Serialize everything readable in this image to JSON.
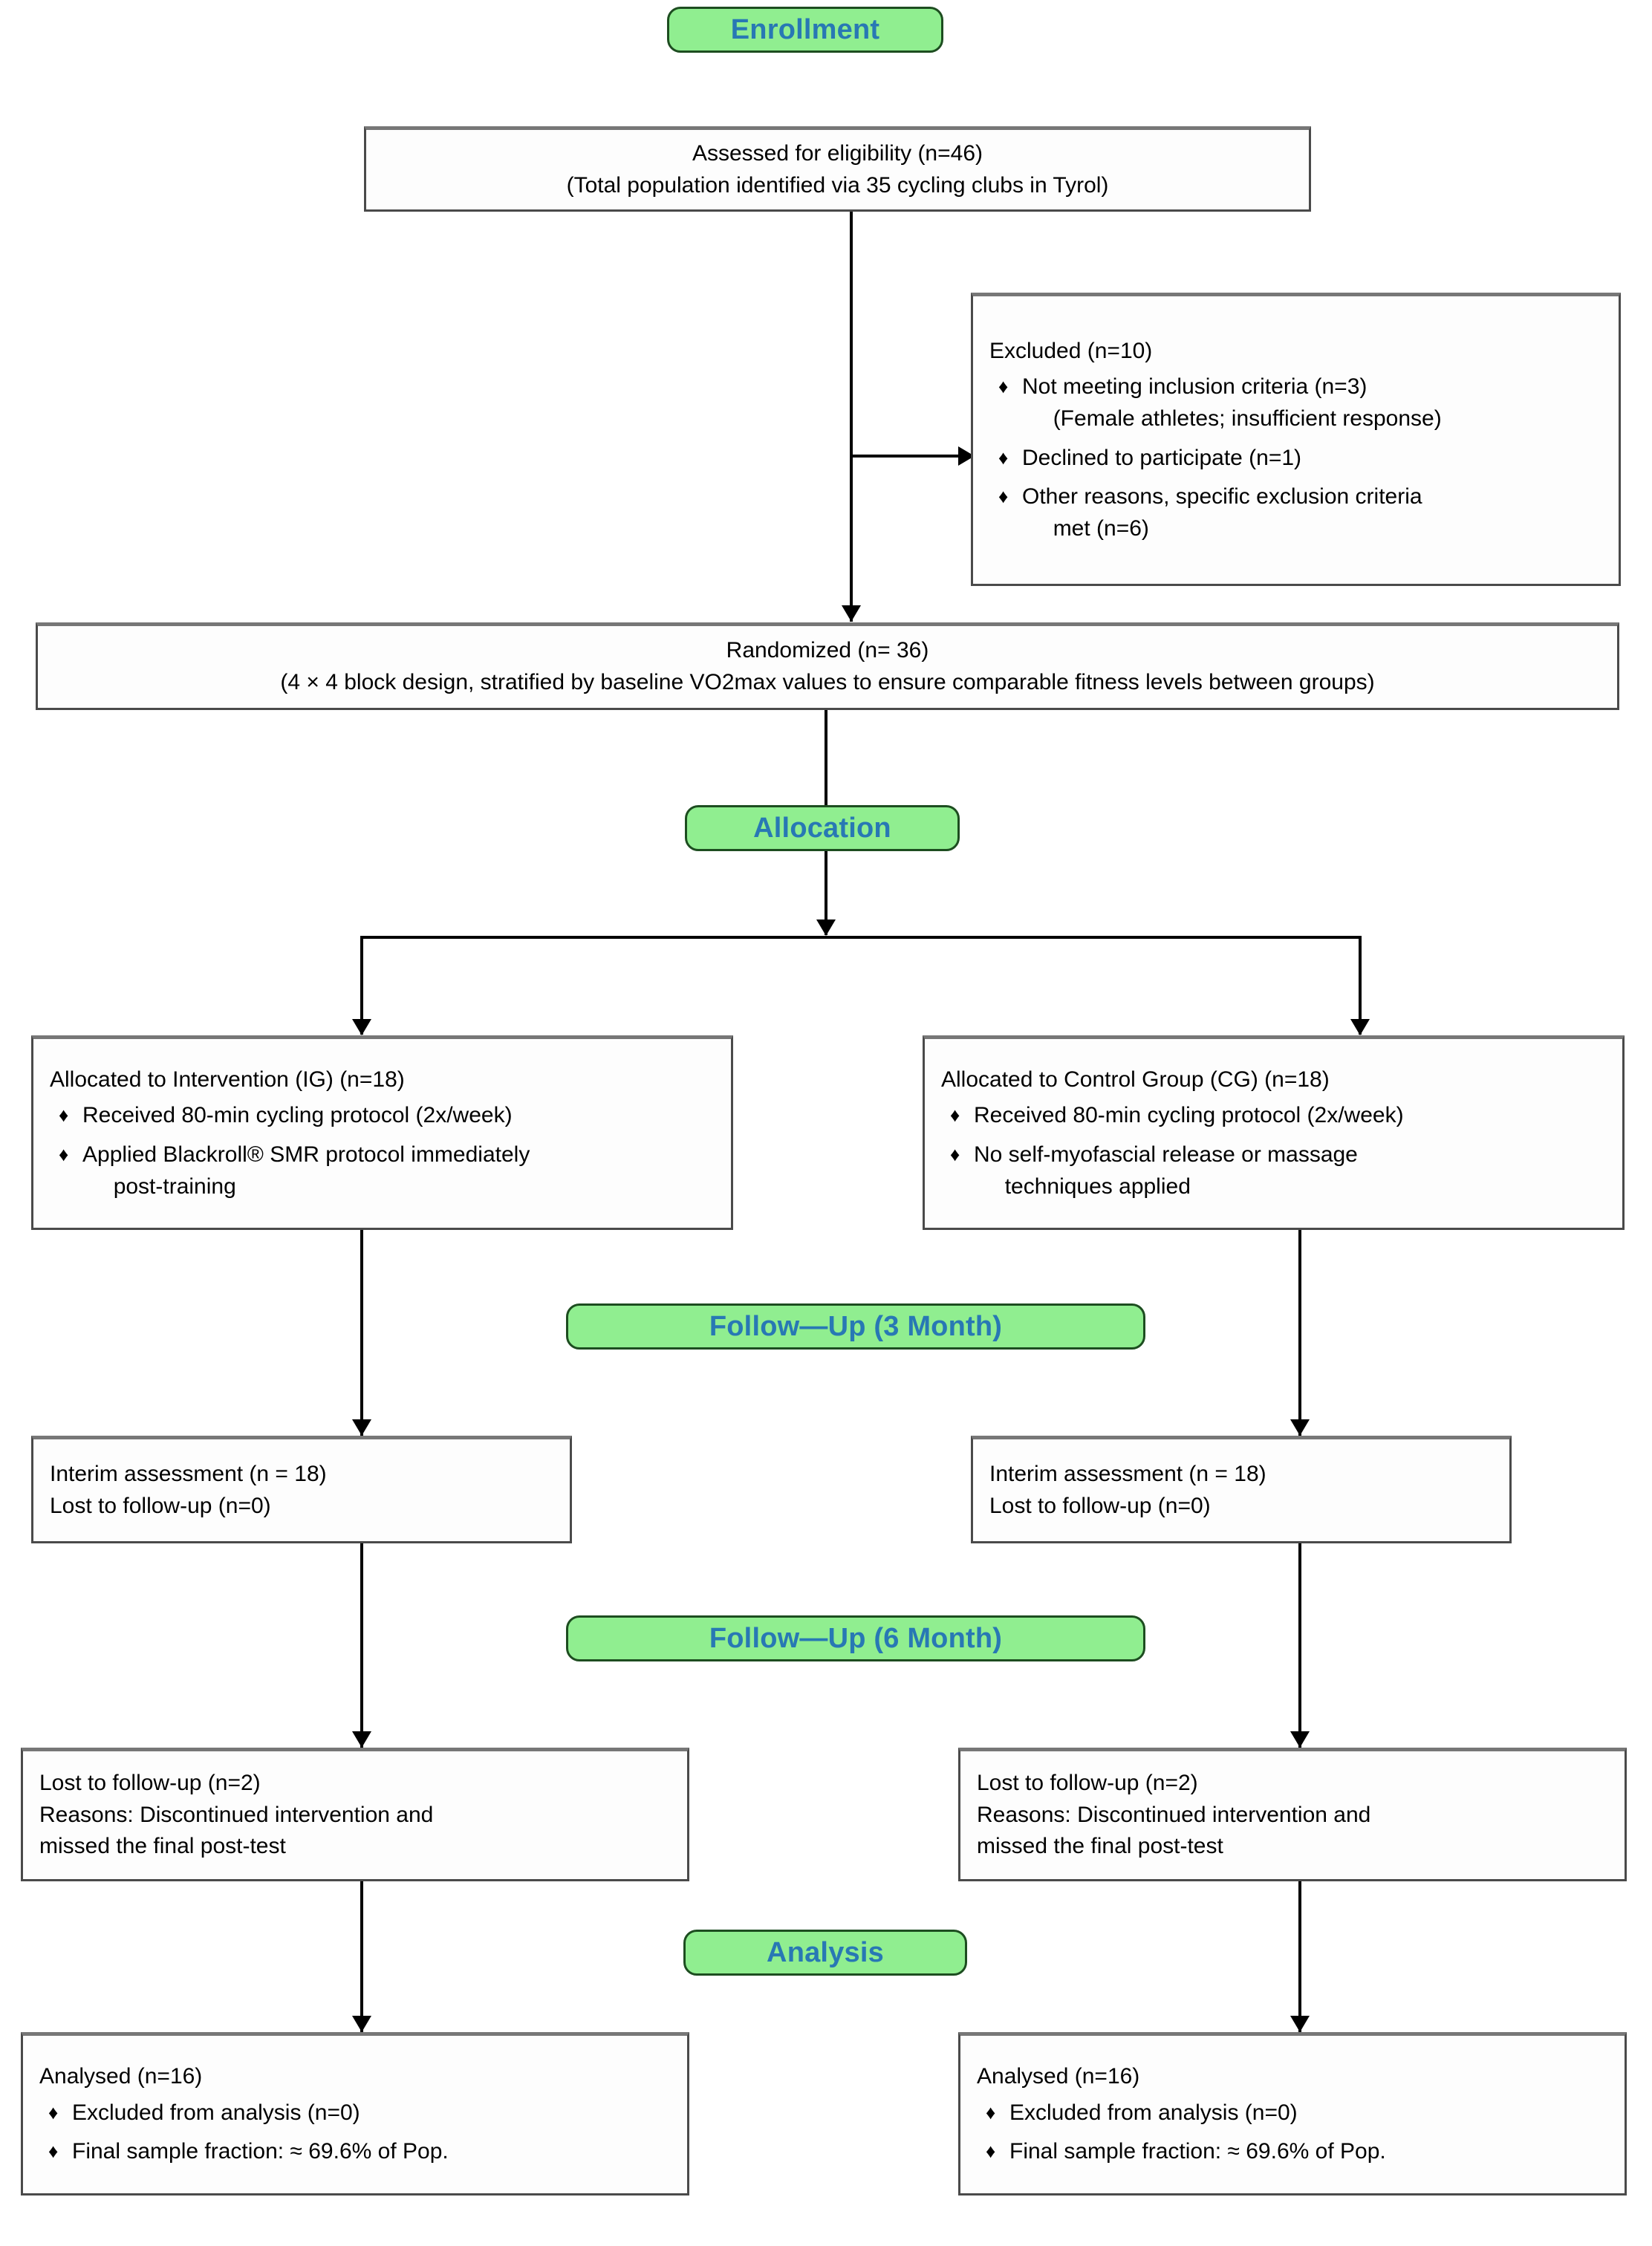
{
  "diagram": {
    "title": "CONSORT participant flow diagram",
    "colors": {
      "banner_fill": "#90ee90",
      "banner_border": "#1d4d20",
      "banner_text": "#2878b4",
      "box_border": "#4a4a4a",
      "connector": "#000000"
    },
    "bullet_glyph": "♦"
  },
  "stages": {
    "enrollment": "Enrollment",
    "allocation": "Allocation",
    "followup_3month": "Follow—Up (3 Month)",
    "followup_6month": "Follow—Up (6 Month)",
    "analysis": "Analysis"
  },
  "boxes": {
    "assessed": {
      "lines": [
        "Assessed for eligibility (n=46)",
        "(Total population identified via 35 cycling clubs in Tyrol)"
      ]
    },
    "excluded": {
      "heading": "Excluded (n=10)",
      "bullets": [
        "Not meeting inclusion criteria (n=3)\n     (Female athletes; insufficient response)",
        "Declined to participate (n=1)",
        "Other reasons, specific exclusion criteria\n     met (n=6)"
      ]
    },
    "randomized": {
      "lines": [
        "Randomized (n= 36)",
        "(4 × 4 block design, stratified by baseline VO2max values to ensure comparable fitness levels between groups)"
      ]
    },
    "allocated_intervention": {
      "heading": "Allocated to Intervention (IG) (n=18)",
      "bullets": [
        "Received 80-min cycling protocol (2x/week)",
        "Applied Blackroll® SMR protocol immediately\n     post-training"
      ]
    },
    "allocated_control": {
      "heading": "Allocated to Control Group (CG) (n=18)",
      "bullets": [
        "Received 80-min cycling protocol (2x/week)",
        "No self-myofascial release or massage\n     techniques applied"
      ]
    },
    "interim_left": {
      "lines": [
        "Interim assessment (n = 18)",
        "Lost to follow-up (n=0)"
      ]
    },
    "interim_right": {
      "lines": [
        "Interim assessment (n = 18)",
        "Lost to follow-up (n=0)"
      ]
    },
    "lost_left": {
      "lines": [
        "Lost to follow-up (n=2)",
        "Reasons: Discontinued intervention and",
        "missed the final post-test"
      ]
    },
    "lost_right": {
      "lines": [
        "Lost to follow-up (n=2)",
        "Reasons: Discontinued intervention and",
        "missed the final post-test"
      ]
    },
    "analysed_left": {
      "heading": "Analysed  (n=16)",
      "bullets": [
        "Excluded from analysis (n=0)",
        "Final sample fraction: ≈ 69.6% of Pop."
      ]
    },
    "analysed_right": {
      "heading": "Analysed  (n=16)",
      "bullets": [
        "Excluded from analysis (n=0)",
        "Final sample fraction: ≈ 69.6% of Pop."
      ]
    }
  }
}
